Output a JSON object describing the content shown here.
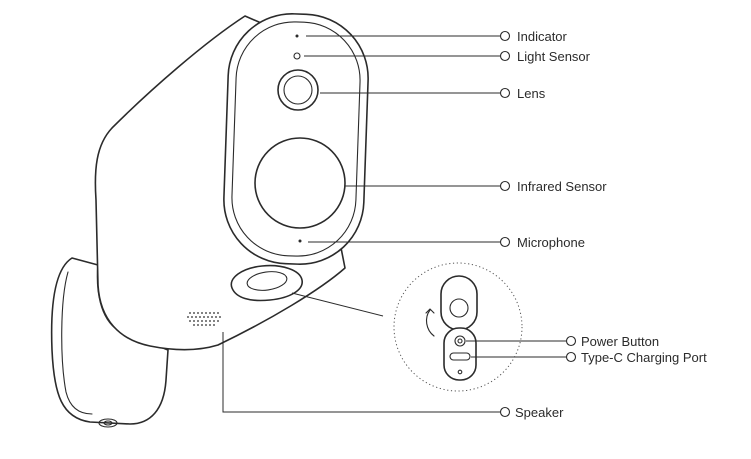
{
  "labels": {
    "indicator": "Indicator",
    "light_sensor": "Light Sensor",
    "lens": "Lens",
    "infrared_sensor": "Infrared Sensor",
    "microphone": "Microphone",
    "power_button": "Power Button",
    "type_c_port": "Type-C Charging Port",
    "speaker": "Speaker"
  },
  "colors": {
    "line": "#2b2b2b",
    "background": "#ffffff"
  }
}
